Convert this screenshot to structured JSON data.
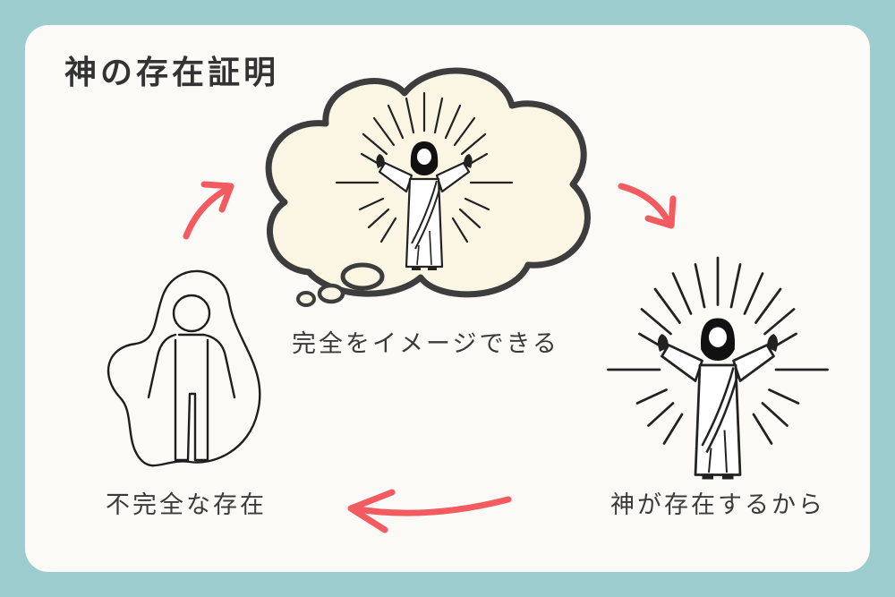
{
  "title": "神の存在証明",
  "nodes": {
    "imagine": "完全をイメージできる",
    "god_exists": "神が存在するから",
    "imperfect": "不完全な存在"
  },
  "colors": {
    "background": "#9ccccd",
    "card": "#fbfaf6",
    "thought_bubble": "#fbf6e4",
    "arrow": "#f45b60",
    "ink": "#222222"
  }
}
